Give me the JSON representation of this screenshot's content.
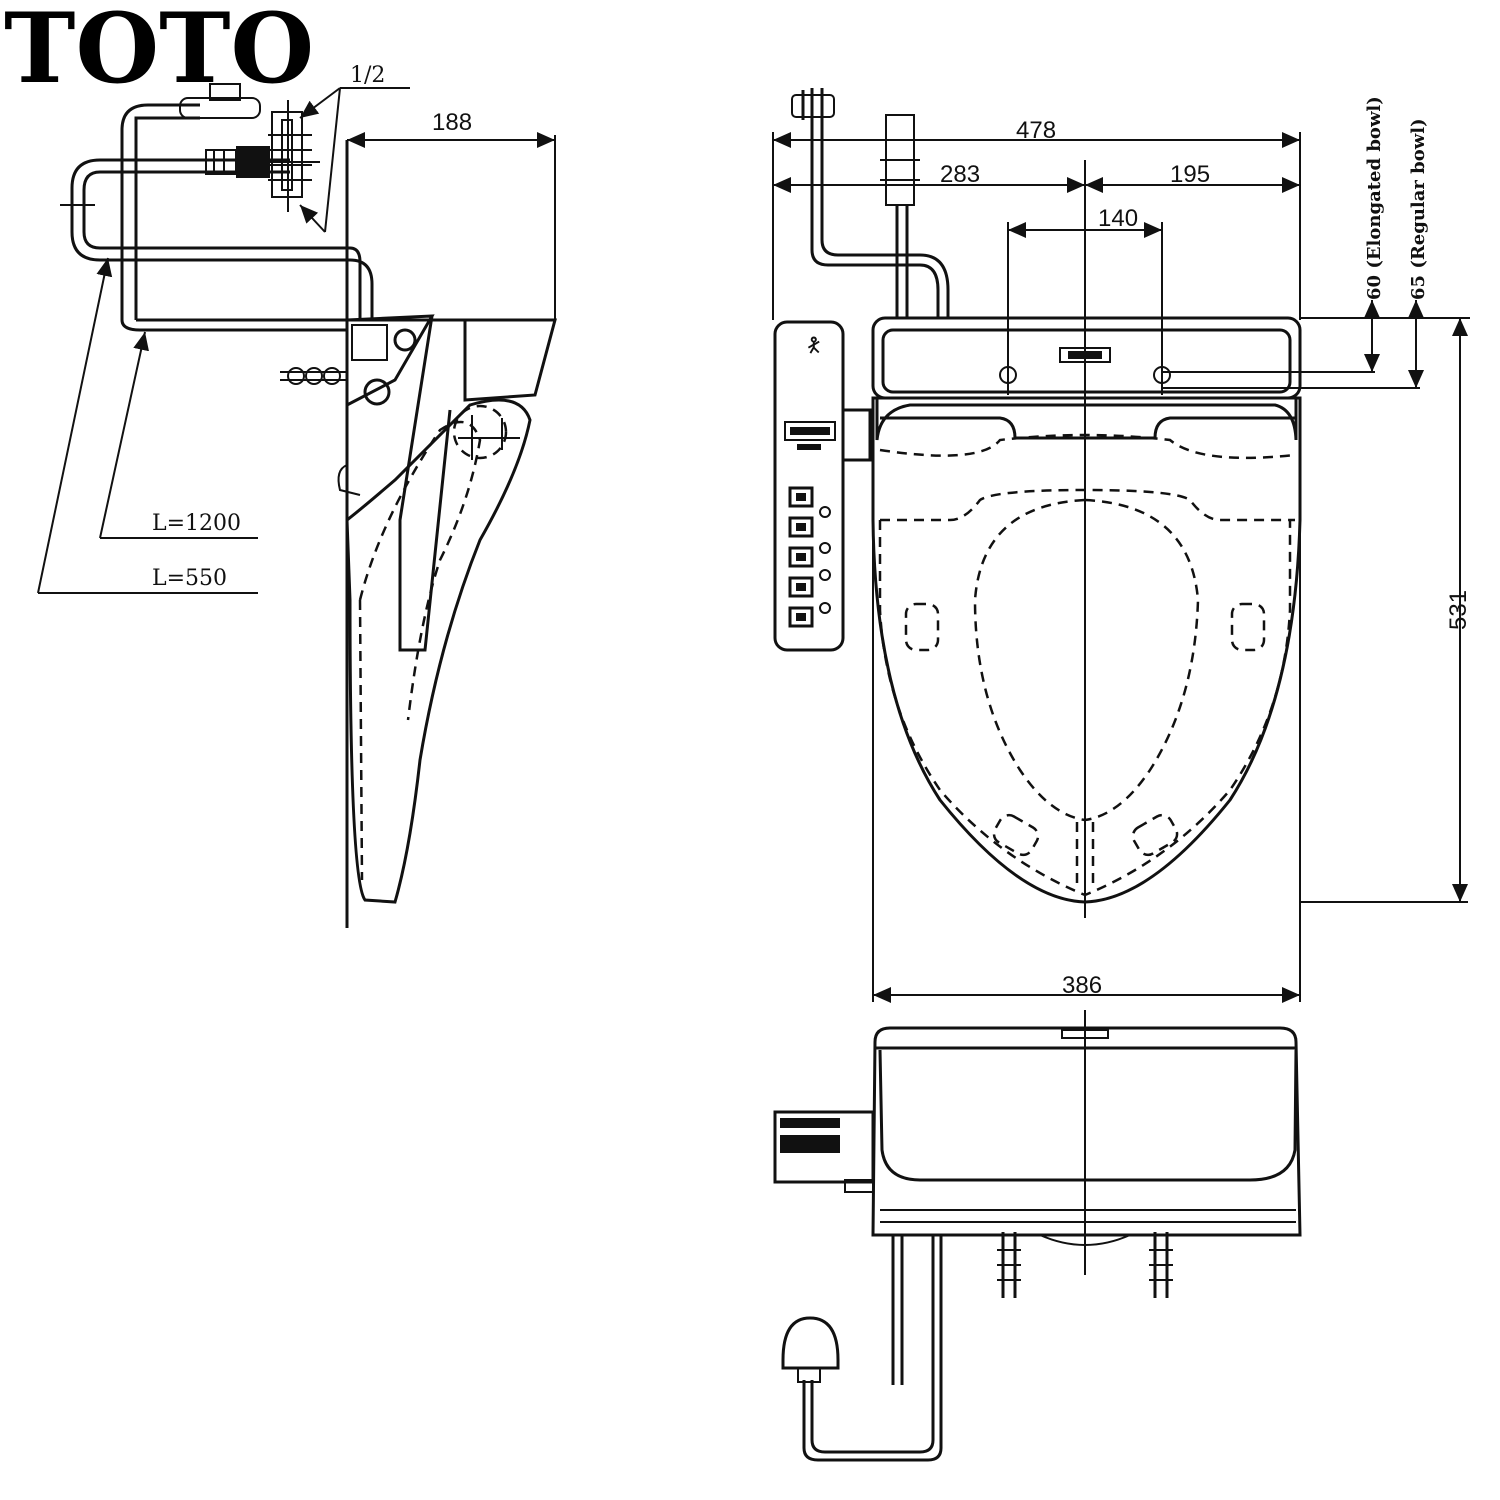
{
  "brand": "TOTO",
  "labels": {
    "pipe_size": "1/2",
    "hose_long": "L=1200",
    "hose_short": "L=550",
    "elongated_note": "60 (Elongated bowl)",
    "regular_note": "65 (Regular bowl)"
  },
  "dimensions": {
    "side_depth": "188",
    "overall_width": "478",
    "left_offset": "283",
    "right_offset": "195",
    "bolt_spacing": "140",
    "seat_length": "531",
    "seat_width": "386"
  }
}
